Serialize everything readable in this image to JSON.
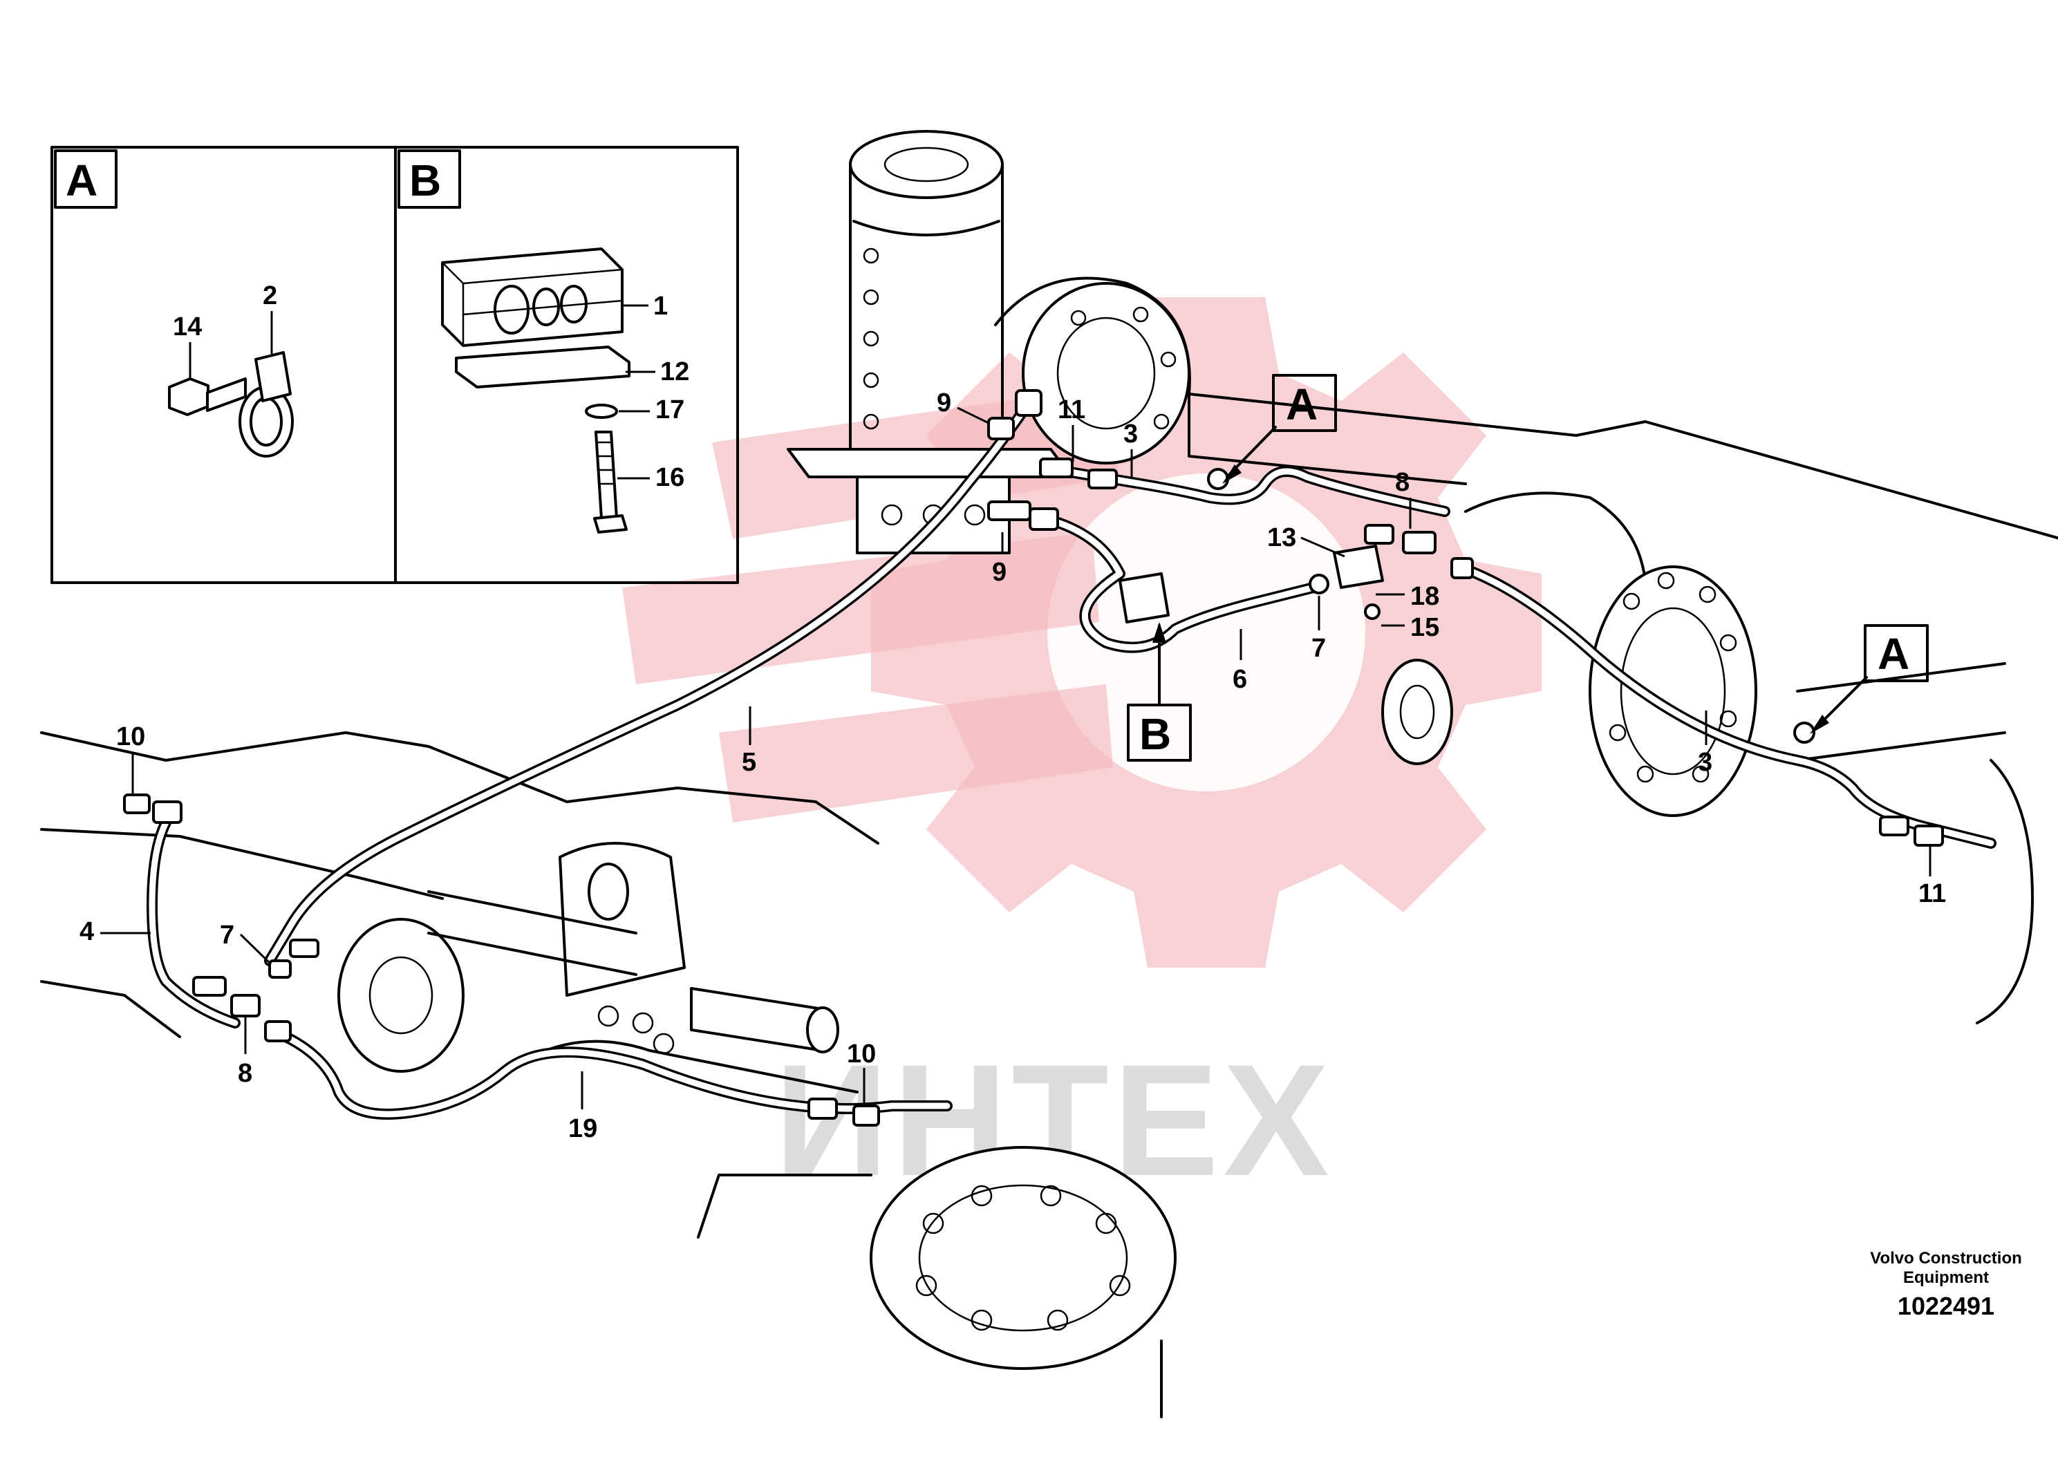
{
  "detail_views": {
    "a": {
      "letter": "A",
      "callouts": [
        "14",
        "2"
      ]
    },
    "b": {
      "letter": "B",
      "callouts": [
        "1",
        "12",
        "17",
        "16"
      ]
    }
  },
  "view_markers": [
    "A",
    "B",
    "A"
  ],
  "callouts": [
    "9",
    "11",
    "3",
    "8",
    "13",
    "18",
    "15",
    "9",
    "7",
    "6",
    "3",
    "11",
    "5",
    "10",
    "4",
    "7",
    "8",
    "10",
    "19"
  ],
  "watermark": {
    "text": "ИНТЕХ",
    "gear_color": "#f5b9bd",
    "text_color": "#d7d7d7"
  },
  "footer": {
    "manufacturer_line1": "Volvo Construction",
    "manufacturer_line2": "Equipment",
    "drawing_number": "1022491"
  }
}
